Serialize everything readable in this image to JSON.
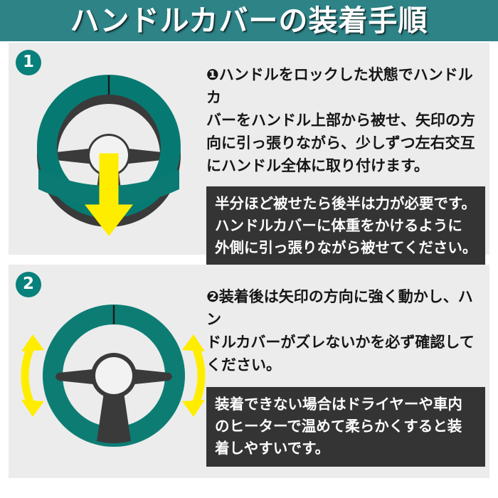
{
  "header": {
    "title": "ハンドルカバーの装着手順",
    "bar_color": "#2e8387",
    "title_color": "#ffffff"
  },
  "theme": {
    "panel_bg": "#ececec",
    "page_bg": "#ffffff",
    "badge_color": "#08807c",
    "cover_teal": "#067a72",
    "wheel_dark": "#3a3a3a",
    "arrow_yellow": "#ffed00",
    "callout_bg": "#343434",
    "callout_text": "#ffffff",
    "body_text": "#161616"
  },
  "steps": [
    {
      "badge": "1",
      "illustration": {
        "name": "steering-wheel-partially-covered",
        "arrow": "down-arrow",
        "arrow_direction": "down",
        "cover_state": "partial"
      },
      "body_lines": [
        "❶ハンドルをロックした状態でハンドルカ",
        "バーをハンドル上部から被せ、矢印の方",
        "向に引っ張りながら、少しずつ左右交互",
        "にハンドル全体に取り付けます。"
      ],
      "callout_lines": [
        "半分ほど被せたら後半は力が必要です。",
        "ハンドルカバーに体重をかけるように",
        "外側に引っ張りながら被せてください。"
      ]
    },
    {
      "badge": "2",
      "illustration": {
        "name": "steering-wheel-fully-covered",
        "arrow": "curved-double-arrows",
        "arrow_direction": "rotate-both-sides",
        "cover_state": "full"
      },
      "body_lines": [
        "❷装着後は矢印の方向に強く動かし、ハン",
        "ドルカバーがズレないかを必ず確認して",
        "ください。"
      ],
      "callout_lines": [
        "装着できない場合はドライヤーや車内",
        "のヒーターで温めて柔らかくすると装",
        "着しやすいです。"
      ]
    }
  ]
}
